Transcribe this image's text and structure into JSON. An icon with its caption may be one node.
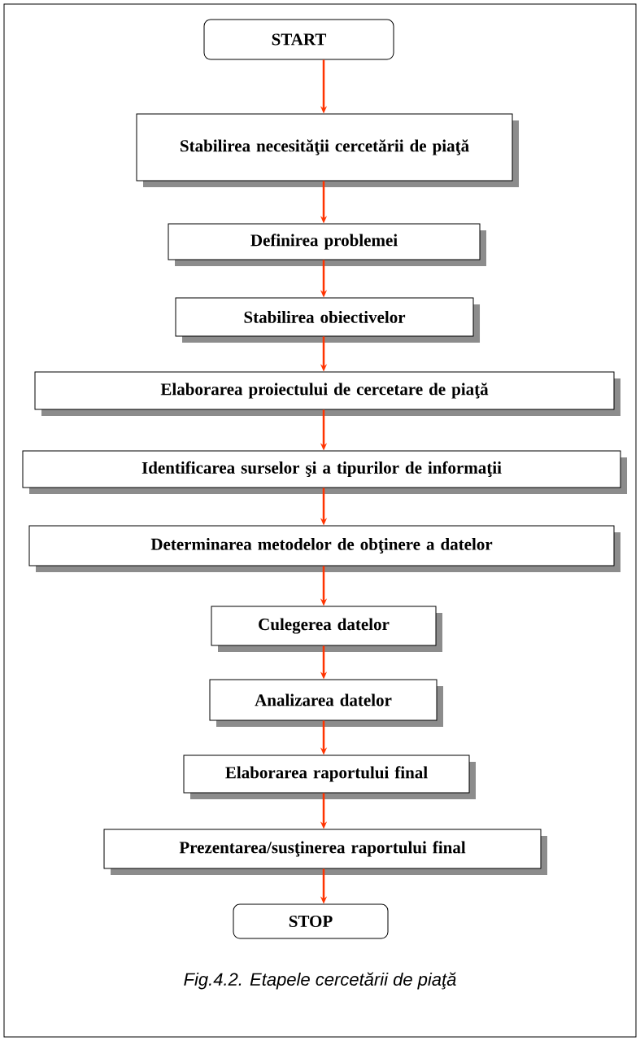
{
  "diagram": {
    "caption": "Fig.4.2. Etapele cercetării de piaţă",
    "nodes": [
      {
        "text": [
          "START"
        ]
      },
      {
        "text": [
          "Stabilirea necesităţii cercetării de piaţă"
        ]
      },
      {
        "text": [
          "Definirea problemei"
        ]
      },
      {
        "text": [
          "Stabilirea obiectivelor"
        ]
      },
      {
        "text": [
          "Elaborarea proiectului de cercetare de piaţă"
        ]
      },
      {
        "text": [
          "Identificarea surselor şi a tipurilor de informaţii"
        ]
      },
      {
        "text": [
          "Determinarea metodelor de obţinere a datelor"
        ]
      },
      {
        "text": [
          "Culegerea datelor"
        ]
      },
      {
        "text": [
          "Analizarea datelor"
        ]
      },
      {
        "text": [
          "Elaborarea raportului final"
        ]
      },
      {
        "text": [
          "Prezentarea/susţinerea raportului final"
        ]
      },
      {
        "text": [
          "STOP"
        ]
      }
    ],
    "edges": [
      {
        "from": 0,
        "to": 1,
        "arrow": "to"
      },
      {
        "from": 1,
        "to": 2,
        "arrow": "to"
      },
      {
        "from": 2,
        "to": 3,
        "arrow": "to"
      },
      {
        "from": 3,
        "to": 4,
        "arrow": "to"
      },
      {
        "from": 4,
        "to": 5,
        "arrow": "to"
      },
      {
        "from": 5,
        "to": 6,
        "arrow": "to"
      },
      {
        "from": 6,
        "to": 7,
        "arrow": "to"
      },
      {
        "from": 7,
        "to": 8,
        "arrow": "to"
      },
      {
        "from": 8,
        "to": 9,
        "arrow": "to"
      },
      {
        "from": 9,
        "to": 10,
        "arrow": "to"
      },
      {
        "from": 10,
        "to": 11,
        "arrow": "to"
      }
    ]
  }
}
